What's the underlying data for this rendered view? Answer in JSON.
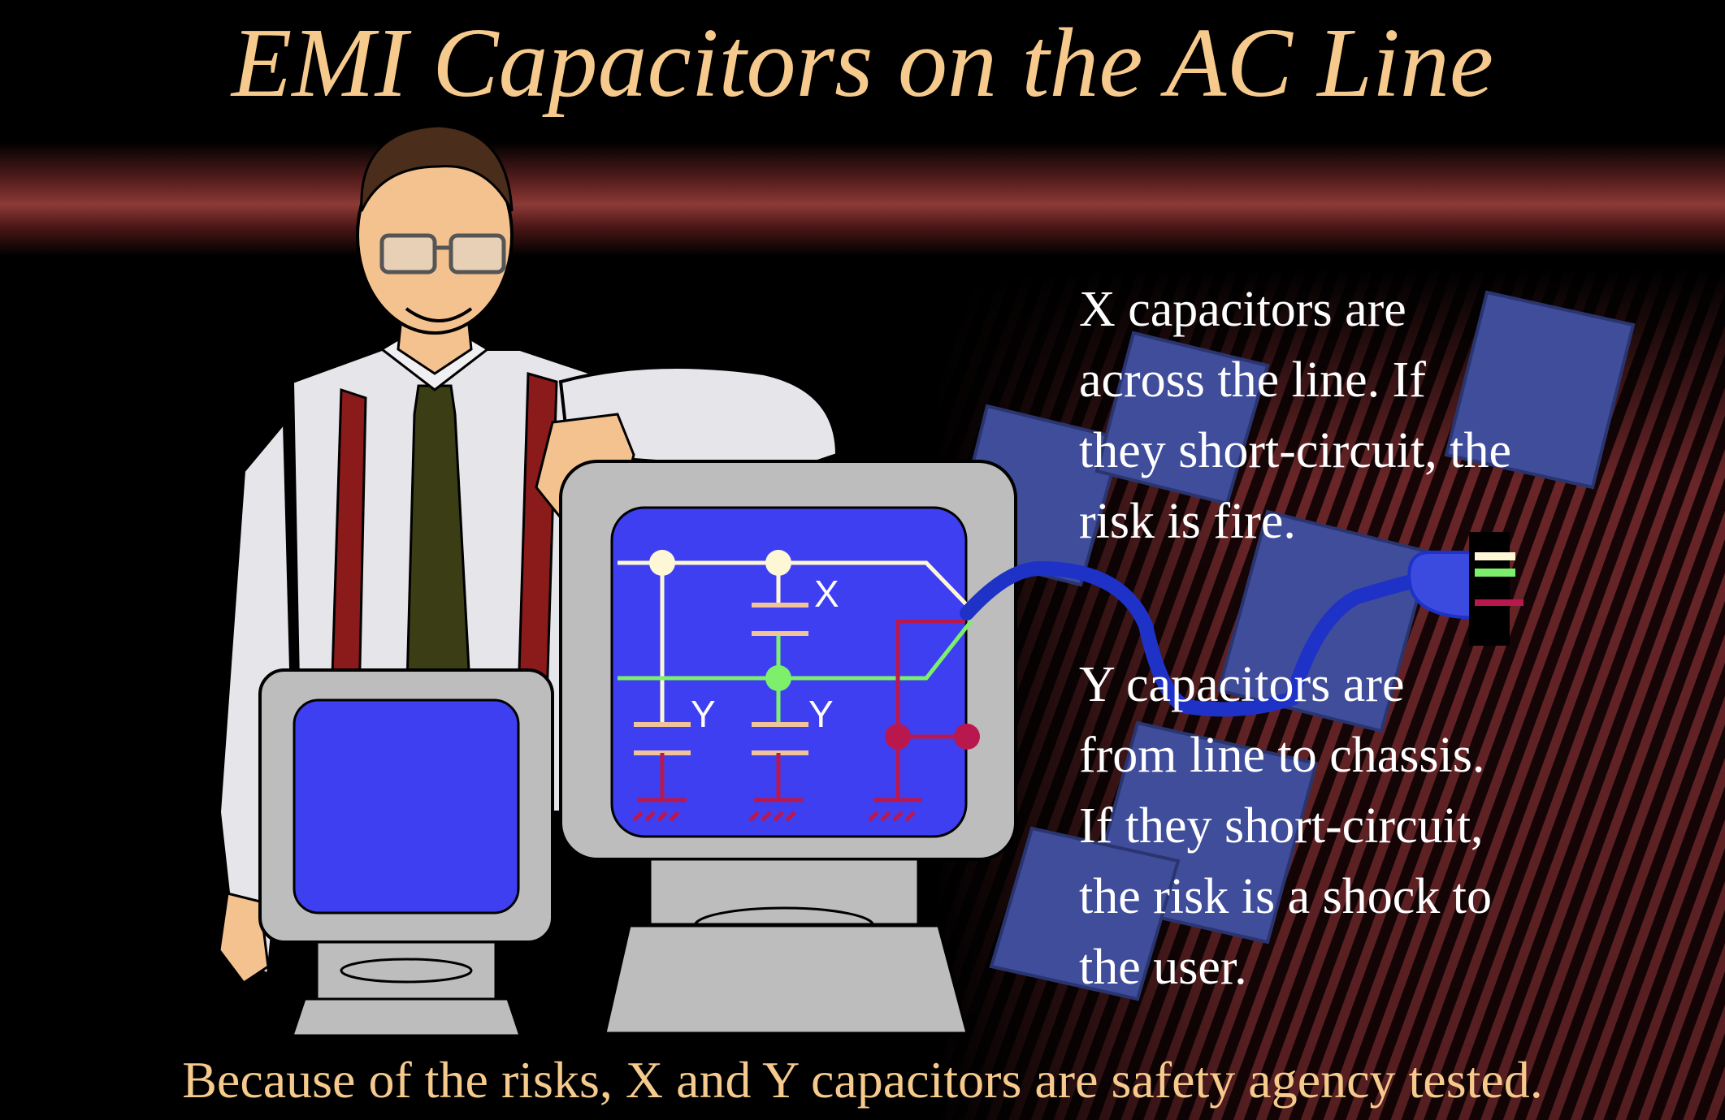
{
  "slide": {
    "title": "EMI Capacitors on the AC Line",
    "x_paragraph": {
      "lines": [
        "X capacitors are",
        "across the line. If",
        "they short-circuit, the",
        "risk is fire."
      ]
    },
    "y_paragraph": {
      "lines": [
        "Y capacitors are",
        "from line to chassis.",
        "If they short-circuit,",
        "the risk is a shock to",
        "the user."
      ]
    },
    "footer": "Because of the risks, X and Y capacitors are safety agency tested."
  },
  "schematic": {
    "labels": {
      "x_cap": "X",
      "y_cap_1": "Y",
      "y_cap_2": "Y"
    },
    "wire_colors": {
      "line": "#fdf7d6",
      "neutral": "#7cf06a",
      "ground": "#b9184f"
    },
    "screen_color": "#3f3ff2"
  },
  "colors": {
    "title": "#f6ca8c",
    "body_text": "#ffffff",
    "background": "#000000",
    "band": "#7a2b2b"
  }
}
